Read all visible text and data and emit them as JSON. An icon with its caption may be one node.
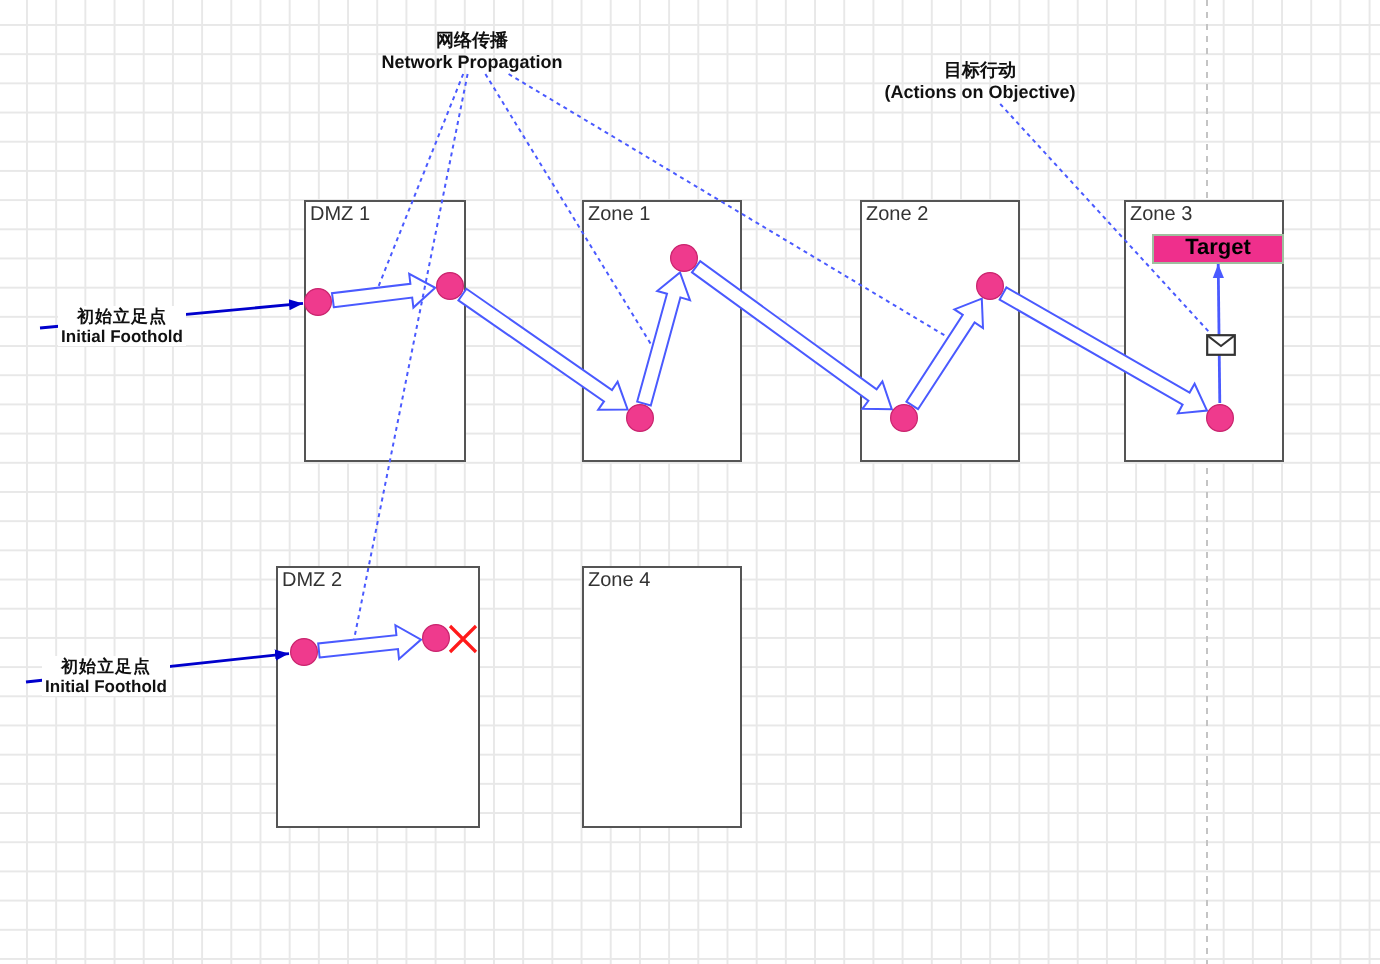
{
  "diagram": {
    "nodes": [
      {
        "text": [
          "网络传播",
          "Network Propagation"
        ]
      },
      {
        "text": [
          "目标行动",
          "(Actions on Objective)"
        ]
      },
      {
        "text": [
          "DMZ 1"
        ]
      },
      {
        "text": [],
        "shape": "circle",
        "in": 2
      },
      {
        "text": [],
        "shape": "circle",
        "in": 2
      },
      {
        "text": [
          "Zone 1"
        ]
      },
      {
        "text": [],
        "shape": "circle",
        "in": 5
      },
      {
        "text": [],
        "shape": "circle",
        "in": 5
      },
      {
        "text": [
          "Zone 2"
        ]
      },
      {
        "text": [],
        "shape": "circle",
        "in": 8
      },
      {
        "text": [],
        "shape": "circle",
        "in": 8
      },
      {
        "text": [
          "Zone 3"
        ]
      },
      {
        "text": [
          "Target"
        ],
        "in": 11
      },
      {
        "text": [],
        "shape": "envelope",
        "in": 11
      },
      {
        "text": [],
        "shape": "circle",
        "in": 11
      },
      {
        "text": [
          "DMZ 2"
        ]
      },
      {
        "text": [],
        "shape": "circle",
        "in": 15
      },
      {
        "text": [],
        "shape": "circle",
        "in": 15
      },
      {
        "text": [
          "Zone 4"
        ]
      }
    ],
    "edges": [
      {
        "from": null,
        "to": 3,
        "arrow": "to",
        "label": "初始立足点 Initial Foothold",
        "color": "#0000cc"
      },
      {
        "from": 3,
        "to": 4,
        "arrow": "to",
        "style": "thick"
      },
      {
        "from": 4,
        "to": 7,
        "arrow": "to",
        "style": "thick"
      },
      {
        "from": 7,
        "to": 6,
        "arrow": "to",
        "style": "thick"
      },
      {
        "from": 6,
        "to": 10,
        "arrow": "to",
        "style": "thick"
      },
      {
        "from": 10,
        "to": 9,
        "arrow": "to",
        "style": "thick"
      },
      {
        "from": 9,
        "to": 14,
        "arrow": "to",
        "style": "thick"
      },
      {
        "from": 14,
        "to": 12,
        "arrow": "to"
      },
      {
        "from": null,
        "to": 16,
        "arrow": "to",
        "label": "初始立足点 Initial Foothold",
        "color": "#0000cc"
      },
      {
        "from": 16,
        "to": 17,
        "arrow": "to",
        "style": "thick"
      },
      {
        "from": 0,
        "to": null,
        "arrow": "none",
        "style": "dashed"
      },
      {
        "from": 0,
        "to": null,
        "arrow": "none",
        "style": "dashed"
      },
      {
        "from": 0,
        "to": null,
        "arrow": "none",
        "style": "dashed"
      },
      {
        "from": 0,
        "to": null,
        "arrow": "none",
        "style": "dashed"
      },
      {
        "from": 1,
        "to": 13,
        "arrow": "none",
        "style": "dashed"
      }
    ]
  }
}
